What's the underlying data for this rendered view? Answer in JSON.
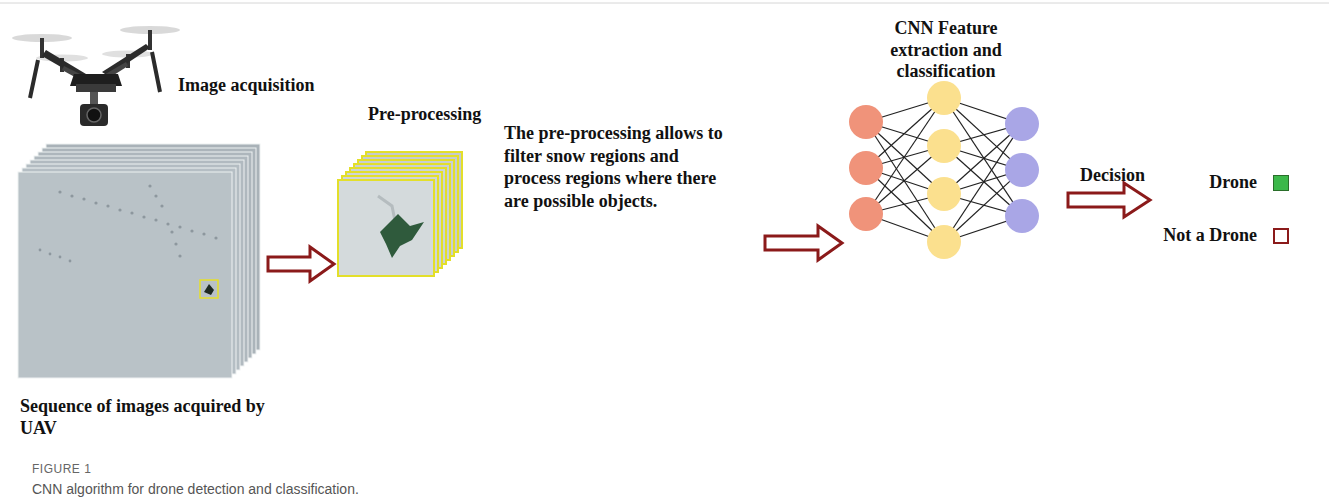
{
  "diagram": {
    "caption": "CNN algorithm for drone detection and classification.",
    "nodes": [
      {
        "text": [
          "Sequence of images acquired by UAV"
        ]
      },
      {
        "text": [
          "Pre-processing"
        ]
      },
      {
        "text": [
          "CNN Feature extraction and classification"
        ]
      }
    ],
    "edges": [
      {
        "from": 0,
        "to": 1,
        "arrow": "to"
      }
    ],
    "labels": [
      "Image acquisition",
      "The pre-processing allows to filter snow regions and process regions where there are possible objects.",
      "Decision",
      "FIGURE 1"
    ],
    "legend": [
      {
        "text": "Drone",
        "color": "#3cb84a"
      },
      {
        "text": "Not a Drone"
      }
    ]
  }
}
